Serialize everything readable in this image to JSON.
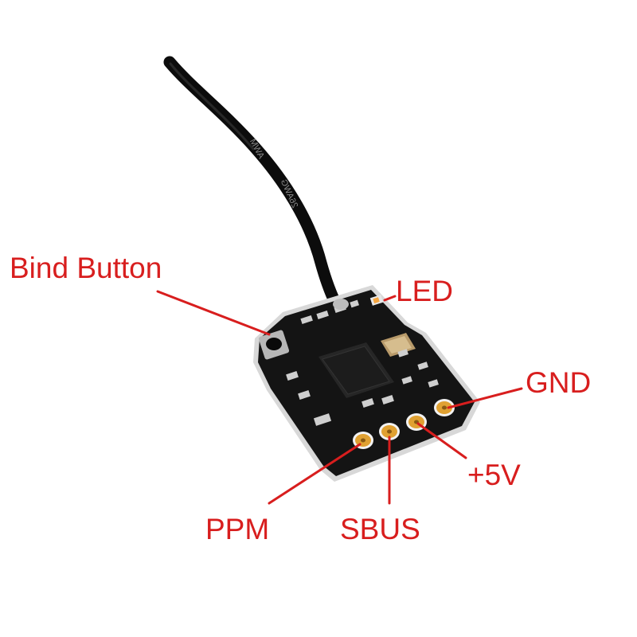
{
  "image": {
    "background": "#ffffff",
    "label_color": "#d81e1e",
    "board_color": "#141414",
    "pad_color": "#e0a132",
    "antenna_color": "#0c0c0c"
  },
  "antenna": {
    "printed_text": [
      "AWM",
      "26AWG"
    ]
  },
  "labels": {
    "bind_button": "Bind Button",
    "led": "LED",
    "gnd": "GND",
    "plus_5v": "+5V",
    "ppm": "PPM",
    "sbus": "SBUS"
  }
}
